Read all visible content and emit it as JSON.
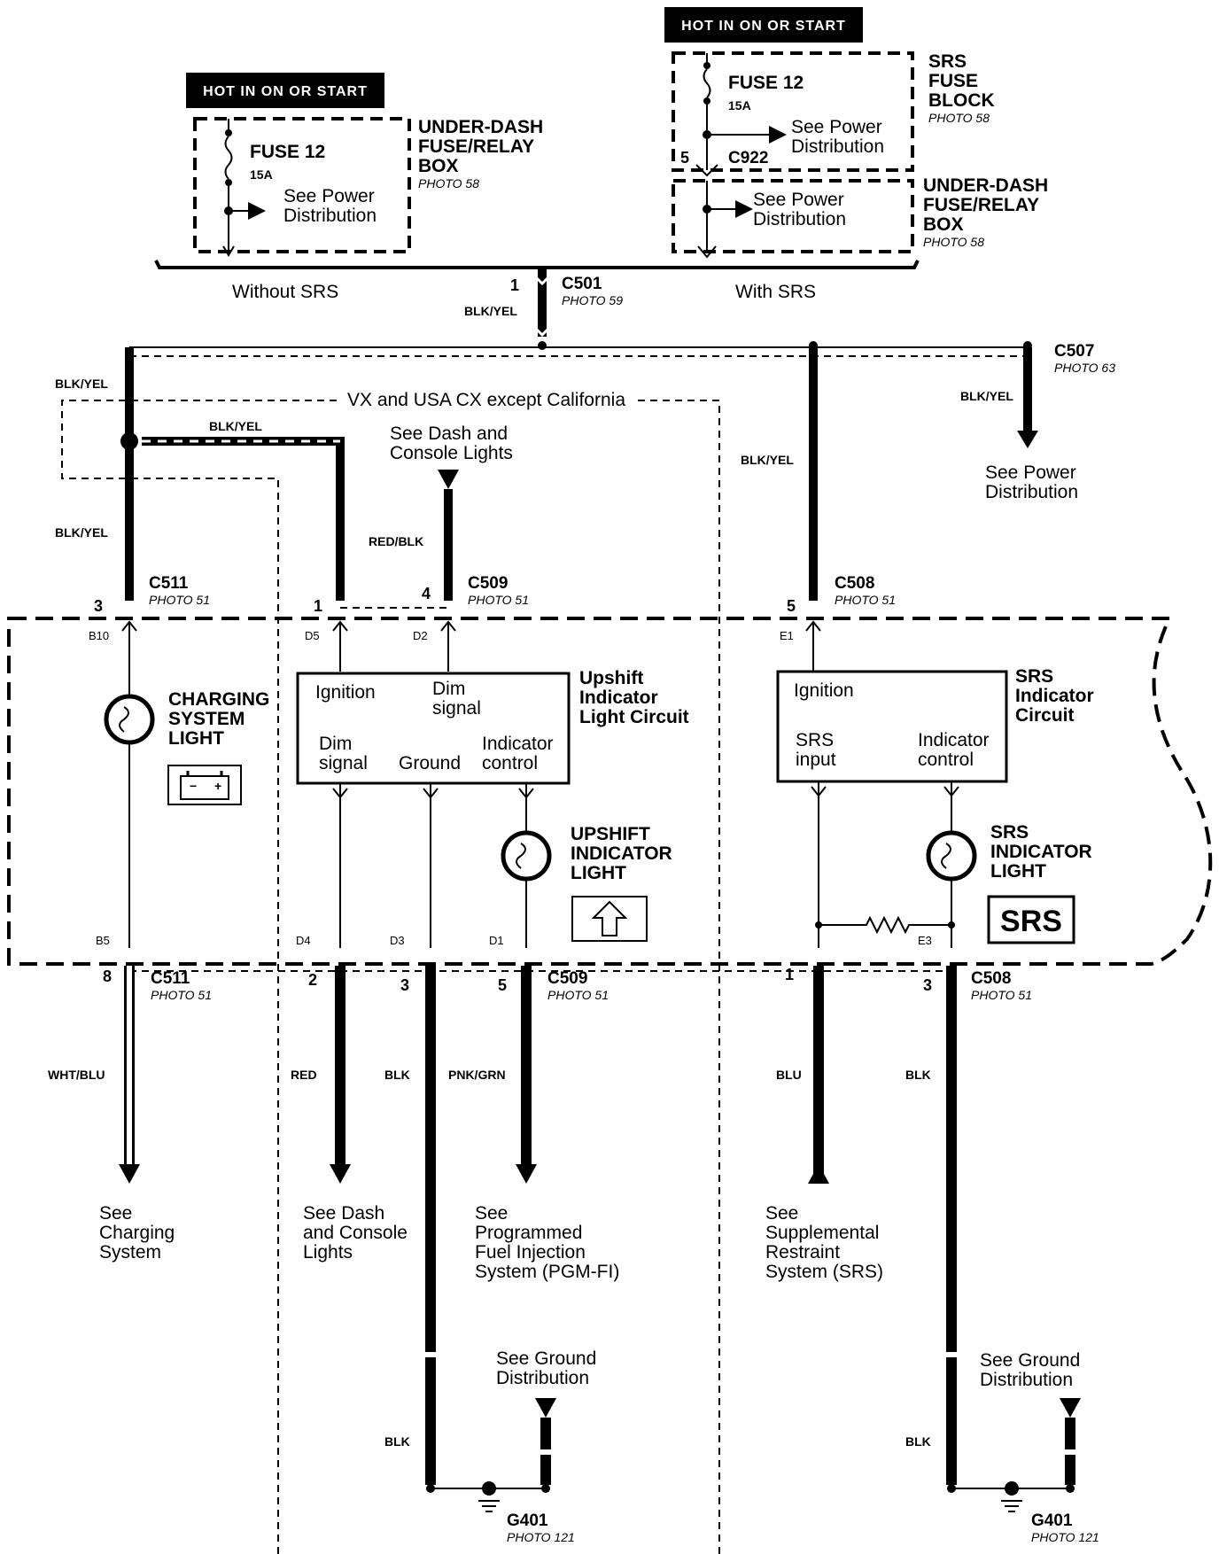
{
  "hot_labels": [
    "HOT IN ON OR START",
    "HOT IN ON OR START"
  ],
  "fuse_left": {
    "name": "FUSE 12",
    "rating": "15A",
    "see": [
      "See Power",
      "Distribution"
    ],
    "box_title": [
      "UNDER-DASH",
      "FUSE/RELAY",
      "BOX"
    ],
    "photo": "PHOTO 58"
  },
  "fuse_right": {
    "name": "FUSE 12",
    "rating": "15A",
    "see": [
      "See Power",
      "Distribution"
    ],
    "box_title": [
      "SRS",
      "FUSE",
      "BLOCK"
    ],
    "photo": "PHOTO 58",
    "pin": "5",
    "connector": "C922"
  },
  "underdash_right": {
    "see": [
      "See Power",
      "Distribution"
    ],
    "box_title": [
      "UNDER-DASH",
      "FUSE/RELAY",
      "BOX"
    ],
    "photo": "PHOTO 58"
  },
  "without_srs": "Without SRS",
  "with_srs": "With SRS",
  "c501": {
    "pin": "1",
    "name": "C501",
    "photo": "PHOTO 59",
    "wire": "BLK/YEL"
  },
  "c507": {
    "name": "C507",
    "photo": "PHOTO 63",
    "wire": "BLK/YEL",
    "see": [
      "See Power",
      "Distribution"
    ]
  },
  "variant_label": "VX and USA CX except California",
  "wires": {
    "blk_yel_1": "BLK/YEL",
    "blk_yel_2": "BLK/YEL",
    "blk_yel_3": "BLK/YEL",
    "blk_yel_4": "BLK/YEL",
    "red_blk": "RED/BLK",
    "wht_blu": "WHT/BLU",
    "red": "RED",
    "blk_1": "BLK",
    "pnk_grn": "PNK/GRN",
    "blu": "BLU",
    "blk_2": "BLK",
    "blk_3": "BLK",
    "blk_4": "BLK"
  },
  "see_dash_top": [
    "See Dash and",
    "Console Lights"
  ],
  "c511_top": {
    "pin": "3",
    "name": "C511",
    "photo": "PHOTO 51"
  },
  "c509_top": {
    "pin1": "1",
    "pin4": "4",
    "name": "C509",
    "photo": "PHOTO 51"
  },
  "c508_top": {
    "pin": "5",
    "name": "C508",
    "photo": "PHOTO 51"
  },
  "pins": {
    "b10": "B10",
    "d5": "D5",
    "d2": "D2",
    "e1": "E1",
    "b5": "B5",
    "d4": "D4",
    "d3": "D3",
    "d1": "D1",
    "e3": "E3"
  },
  "charging_light": [
    "CHARGING",
    "SYSTEM",
    "LIGHT"
  ],
  "upshift_circuit": {
    "title": [
      "Upshift",
      "Indicator",
      "Light Circuit"
    ],
    "ignition": "Ignition",
    "dim_top": [
      "Dim",
      "signal"
    ],
    "dim_bottom": [
      "Dim",
      "signal"
    ],
    "ground": "Ground",
    "indicator": [
      "Indicator",
      "control"
    ]
  },
  "upshift_light": [
    "UPSHIFT",
    "INDICATOR",
    "LIGHT"
  ],
  "srs_circuit": {
    "title": [
      "SRS",
      "Indicator",
      "Circuit"
    ],
    "ignition": "Ignition",
    "srs_input": [
      "SRS",
      "input"
    ],
    "indicator": [
      "Indicator",
      "control"
    ]
  },
  "srs_light": [
    "SRS",
    "INDICATOR",
    "LIGHT"
  ],
  "srs_badge": "SRS",
  "c511_bottom": {
    "pin": "8",
    "name": "C511",
    "photo": "PHOTO 51"
  },
  "c509_bottom": {
    "pin2": "2",
    "pin3": "3",
    "pin5": "5",
    "name": "C509",
    "photo": "PHOTO 51"
  },
  "c508_bottom": {
    "pin1": "1",
    "pin3": "3",
    "name": "C508",
    "photo": "PHOTO 51"
  },
  "see_charging": [
    "See",
    "Charging",
    "System"
  ],
  "see_dash_bottom": [
    "See Dash",
    "and Console",
    "Lights"
  ],
  "see_pgm": [
    "See",
    "Programmed",
    "Fuel Injection",
    "System (PGM-FI)"
  ],
  "see_srs": [
    "See",
    "Supplemental",
    "Restraint",
    "System (SRS)"
  ],
  "see_ground_left": [
    "See Ground",
    "Distribution"
  ],
  "see_ground_right": [
    "See Ground",
    "Distribution"
  ],
  "g401_left": {
    "name": "G401",
    "photo": "PHOTO 121"
  },
  "g401_right": {
    "name": "G401",
    "photo": "PHOTO 121"
  }
}
